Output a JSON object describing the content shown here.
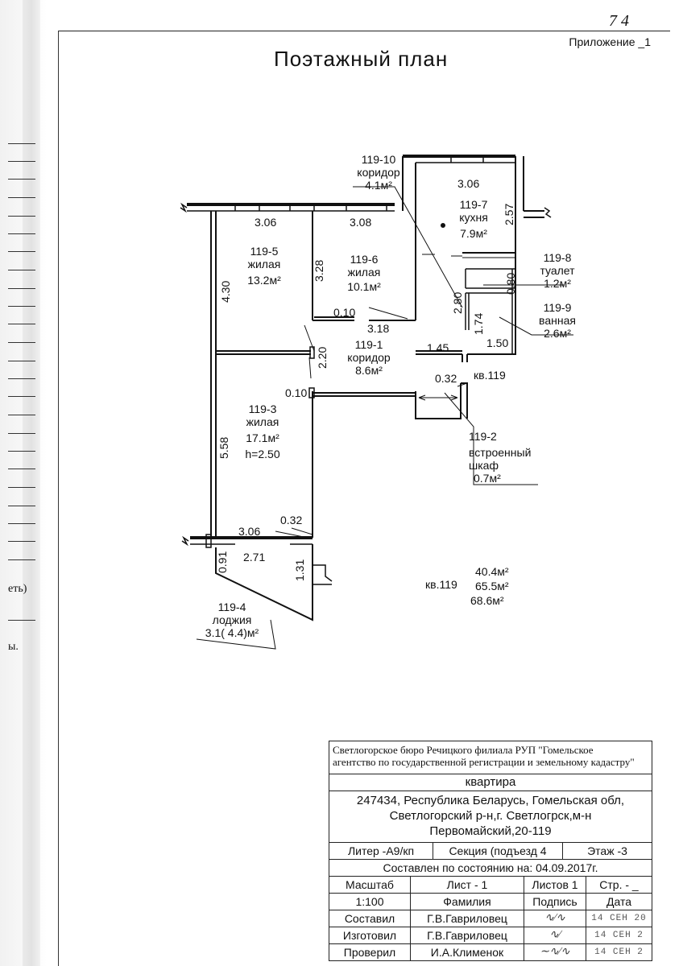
{
  "header": {
    "appendix": "Приложение _1",
    "title": "Поэтажный план",
    "corner_mark": "7 4"
  },
  "side_fragments": {
    "a": "еть)",
    "b": "ы."
  },
  "rooms": [
    {
      "id": "119-10",
      "name": "коридор",
      "area": "4.1м²"
    },
    {
      "id": "119-7",
      "name": "кухня",
      "area": "7.9м²"
    },
    {
      "id": "119-5",
      "name": "жилая",
      "area": "13.2м²"
    },
    {
      "id": "119-6",
      "name": "жилая",
      "area": "10.1м²"
    },
    {
      "id": "119-8",
      "name": "туалет",
      "area": "1.2м²"
    },
    {
      "id": "119-9",
      "name": "ванная",
      "area": "2.6м²"
    },
    {
      "id": "119-1",
      "name": "коридор",
      "area": "8.6м²"
    },
    {
      "id": "119-3",
      "name": "жилая",
      "area": "17.1м²",
      "extra": "h=2.50"
    },
    {
      "id": "119-2",
      "name": "встроенный",
      "name2": "шкаф",
      "area": "0.7м²"
    },
    {
      "id": "119-4",
      "name": "лоджия",
      "area": "3.1( 4.4)м²"
    }
  ],
  "dimensions": {
    "d306a": "3.06",
    "d306b": "3.06",
    "d308": "3.08",
    "d306c": "3.06",
    "d257": "2.57",
    "d430": "4.30",
    "d328": "3.28",
    "d010a": "0.10",
    "d318": "3.18",
    "d280": "2.80",
    "d080": "0.80",
    "d174": "1.74",
    "d150": "1.50",
    "d145": "1.45",
    "d220": "2.20",
    "d032a": "0.32",
    "d010b": "0.10",
    "d558": "5.58",
    "d032b": "0.32",
    "d271": "2.71",
    "d091": "0.91",
    "d131": "1.31"
  },
  "apartment": {
    "label_kv": "кв.119",
    "label_kv2": "кв.119",
    "area1": "40.4м²",
    "area2": "65.5м²",
    "area3": "68.6м²"
  },
  "stamp": {
    "org_line1": "Светлогорское бюро Речицкого филиала РУП \"Гомельское",
    "org_line2": "агентство по государственной регистрации и земельному кадастру\"",
    "object": "квартира",
    "addr1": "247434, Республика Беларусь, Гомельская обл,",
    "addr2": "Светлогорский р-н,г. Светлогрск,м-н",
    "addr3": "Первомайский,20-119",
    "litera": "Литер -А9/кп",
    "section": "Секция (подъезд 4",
    "floor": "Этаж -3",
    "state": "Составлен по состоянию на: 04.09.2017г.",
    "h_scale": "Масштаб",
    "h_sheet": "Лист - 1",
    "h_sheets": "Листов 1",
    "h_page": "Стр. - _",
    "scale": "1:100",
    "h_name": "Фамилия",
    "h_sign": "Подпись",
    "h_date": "Дата",
    "r1_role": "Составил",
    "r1_name": "Г.В.Гавриловец",
    "r1_date": "14 СЕН 20",
    "r2_role": "Изготовил",
    "r2_name": "Г.В.Гавриловец",
    "r2_date": "14 СЕН 2",
    "r3_role": "Проверил",
    "r3_name": "И.А.Клименок",
    "r3_date": "14 СЕН 2"
  }
}
